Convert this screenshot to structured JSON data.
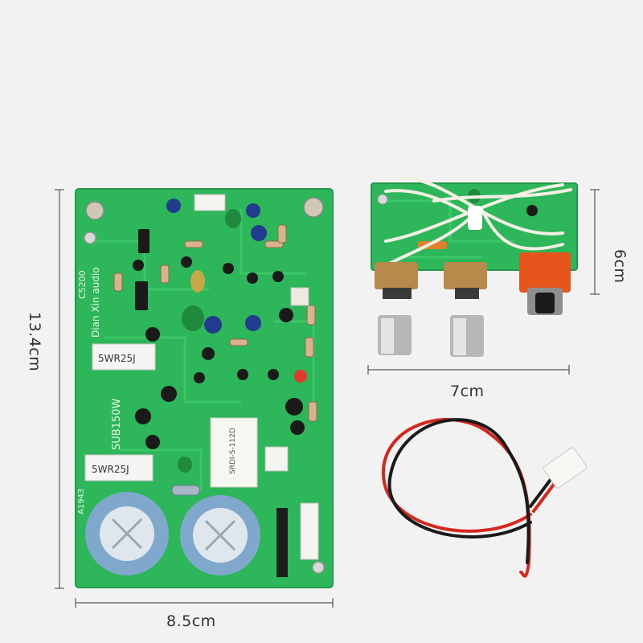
{
  "dimensions": {
    "board_height": "13.4cm",
    "board_width": "8.5cm",
    "control_height": "6cm",
    "control_width": "7cm"
  },
  "board_markings": {
    "brand": "Dian Xin audio",
    "model": "SUB150W",
    "part_c5200": "C5200",
    "part_a1943": "A1943",
    "resistor_label": "5WR25J",
    "relay_label": "SRDI-S-112D"
  },
  "colors": {
    "background": "#f2f2f2",
    "pcb": "#2eb65a",
    "pcb_dark": "#1f8f44",
    "capacitor": "#7fa8cc",
    "wire_red": "#d4281e",
    "wire_black": "#1a1a1a"
  }
}
